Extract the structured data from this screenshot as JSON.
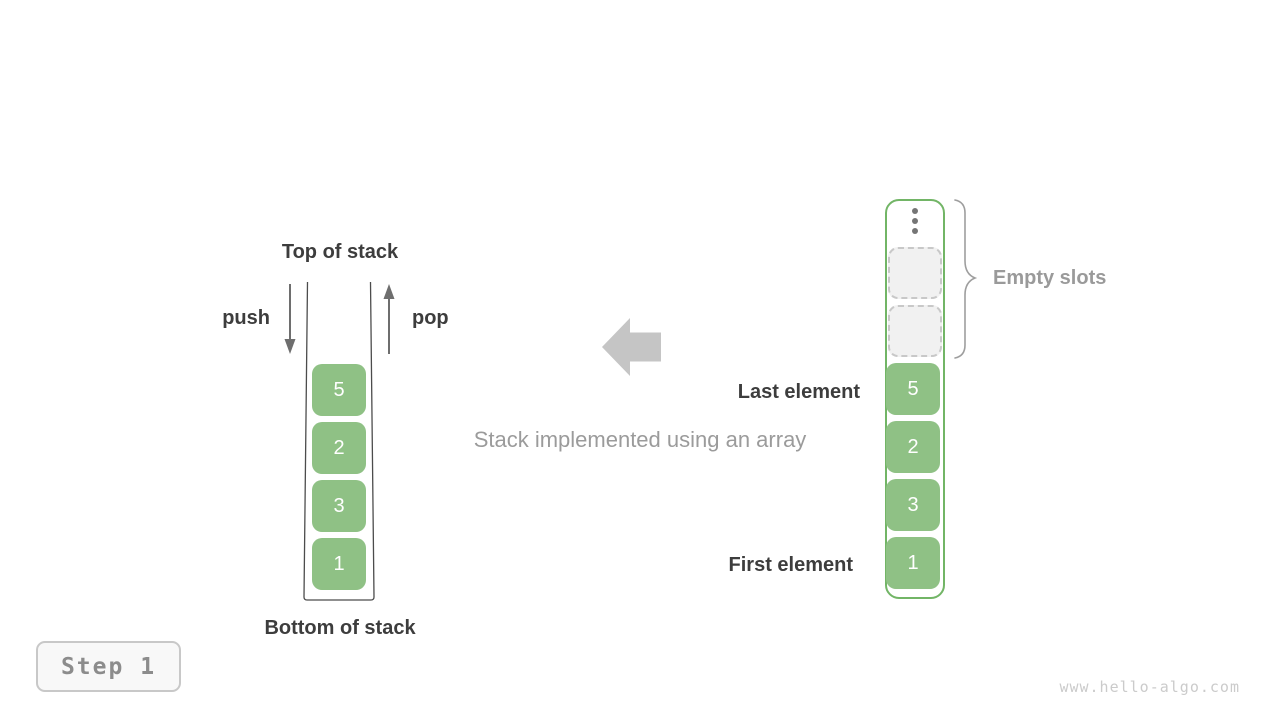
{
  "figure": {
    "caption": "Stack implemented using an array",
    "colors": {
      "cell_green": "#8fc185",
      "array_border_green": "#72b566",
      "dark_label": "#3d3d3d",
      "gray_label": "#9a9a9a",
      "block_arrow_gray": "#c5c5c5",
      "line_arrow_gray": "#6e6e6e",
      "empty_slot_fill": "#f1f1f1",
      "empty_slot_dash": "#c8c8c8"
    }
  },
  "left_stack": {
    "top_label": "Top of stack",
    "bottom_label": "Bottom of stack",
    "push_label": "push",
    "pop_label": "pop",
    "values": [
      "5",
      "2",
      "3",
      "1"
    ]
  },
  "array_stack": {
    "last_element_label": "Last element",
    "first_element_label": "First element",
    "empty_slots_label": "Empty slots",
    "empty_slot_count": 2,
    "values": [
      "5",
      "2",
      "3",
      "1"
    ]
  },
  "step_badge": {
    "label": "Step 1"
  },
  "watermark": "www.hello-algo.com"
}
